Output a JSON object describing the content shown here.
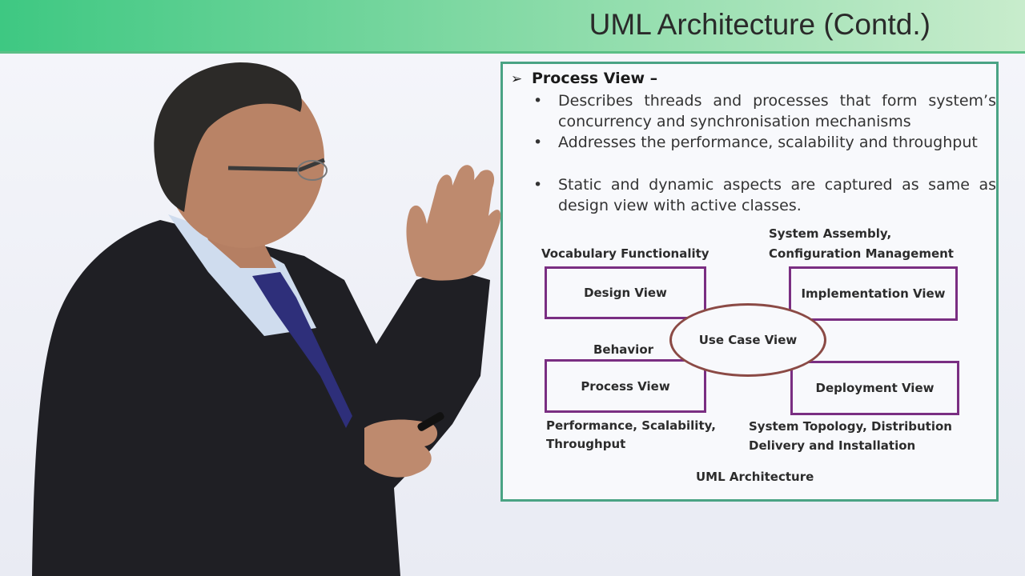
{
  "header": {
    "title": "UML Architecture (Contd.)"
  },
  "slide": {
    "heading": "Process View –",
    "bullets": [
      "Describes threads and processes that form system’s concurrency and synchronisation mechanisms",
      "Addresses the performance, scalability and throughput",
      "Static and dynamic aspects are captured as same as design view with active classes."
    ]
  },
  "diagram": {
    "design_view": "Design View",
    "implementation_view": "Implementation View",
    "process_view": "Process View",
    "deployment_view": "Deployment View",
    "use_case_view": "Use Case View",
    "label_vocabulary": "Vocabulary Functionality",
    "label_system_assembly_1": "System Assembly,",
    "label_system_assembly_2": "Configuration Management",
    "label_behavior": "Behavior",
    "label_performance_1": "Performance, Scalability,",
    "label_performance_2": "Throughput",
    "label_topology_1": "System Topology, Distribution",
    "label_topology_2": "Delivery and Installation",
    "caption": "UML Architecture"
  },
  "colors": {
    "header": "#3ec882",
    "panel_border": "#4aa384",
    "box_border": "#7a2e82",
    "ellipse_border": "#8b4a45"
  }
}
